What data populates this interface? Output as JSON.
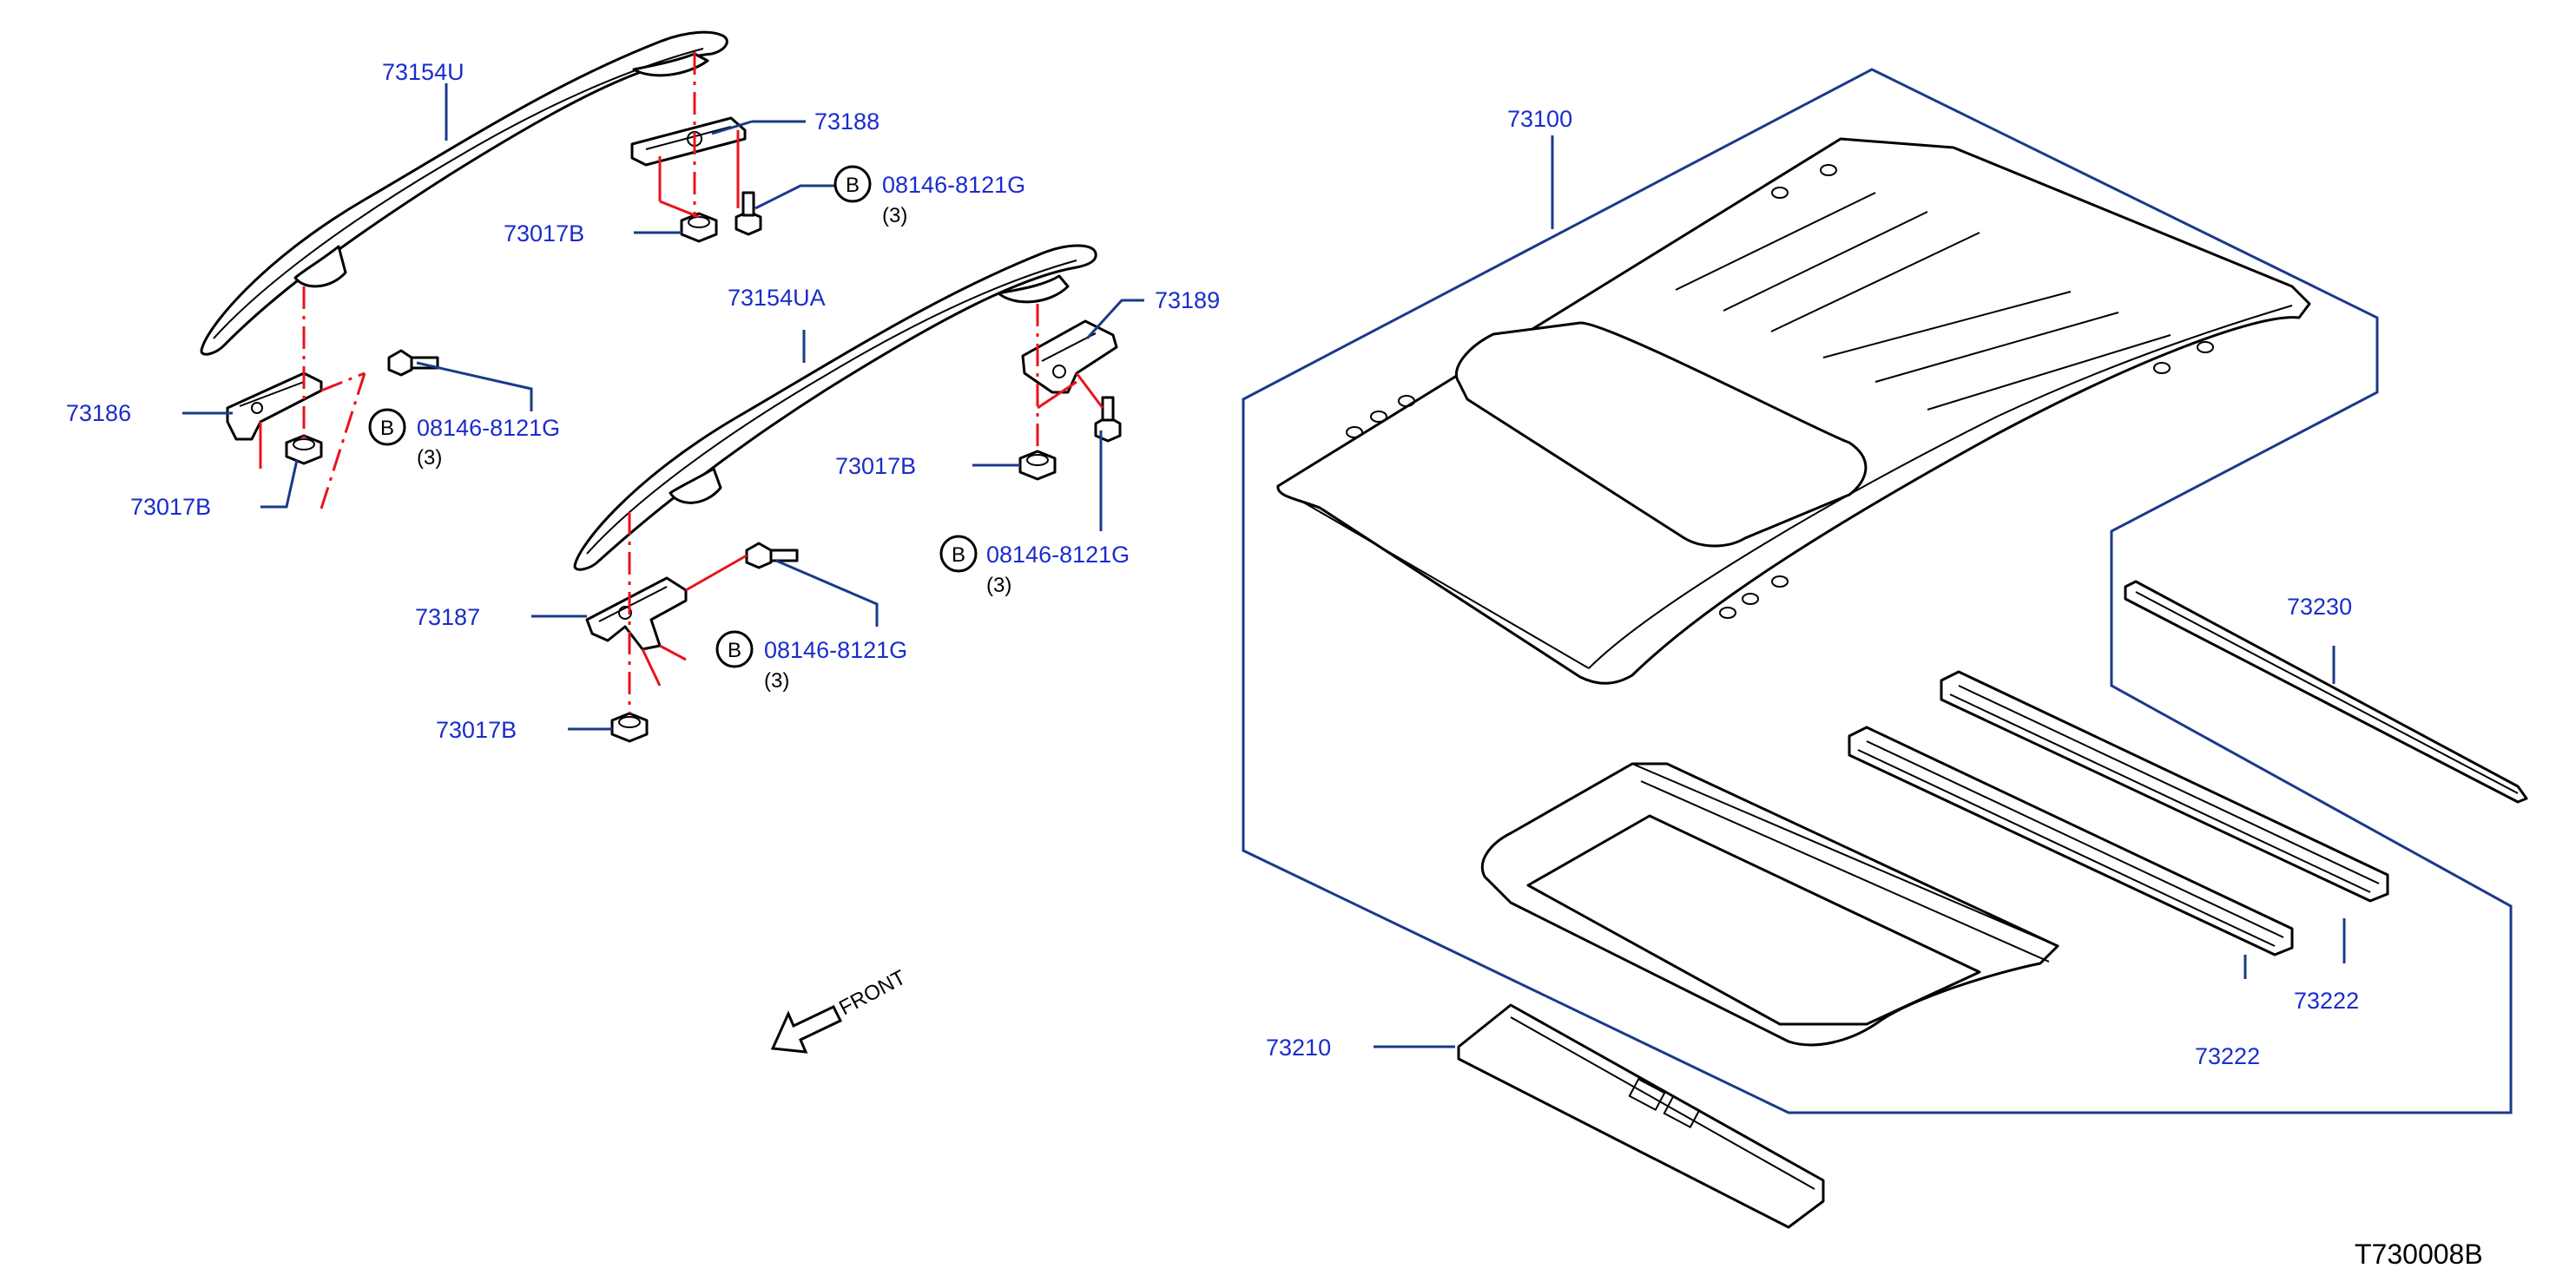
{
  "labels": {
    "rail_left": "73154U",
    "rail_right": "73154UA",
    "bracket_73188": "73188",
    "bracket_73189": "73189",
    "bracket_73186": "73186",
    "bracket_73187": "73187",
    "nut_1": "73017B",
    "nut_2": "73017B",
    "nut_3": "73017B",
    "nut_4": "73017B",
    "bolt_1": "08146-8121G",
    "bolt_2": "08146-8121G",
    "bolt_3": "08146-8121G",
    "bolt_4": "08146-8121G",
    "qty_1": "(3)",
    "qty_2": "(3)",
    "qty_3": "(3)",
    "qty_4": "(3)",
    "circle_b": "B",
    "roof_panel": "73100",
    "rail_rear": "73230",
    "frame_a": "73222",
    "frame_b": "73222",
    "front_rail": "73210",
    "front_arrow": "FRONT",
    "diagram_code": "T730008B"
  },
  "colors": {
    "label_text": "#1a2ccc",
    "leader_line": "#1a3a8a",
    "dash_line": "#e8141a",
    "part_outline": "#000000"
  },
  "icons": {
    "bolt": "bolt-icon",
    "nut": "nut-icon",
    "front_arrow": "arrow-icon"
  }
}
